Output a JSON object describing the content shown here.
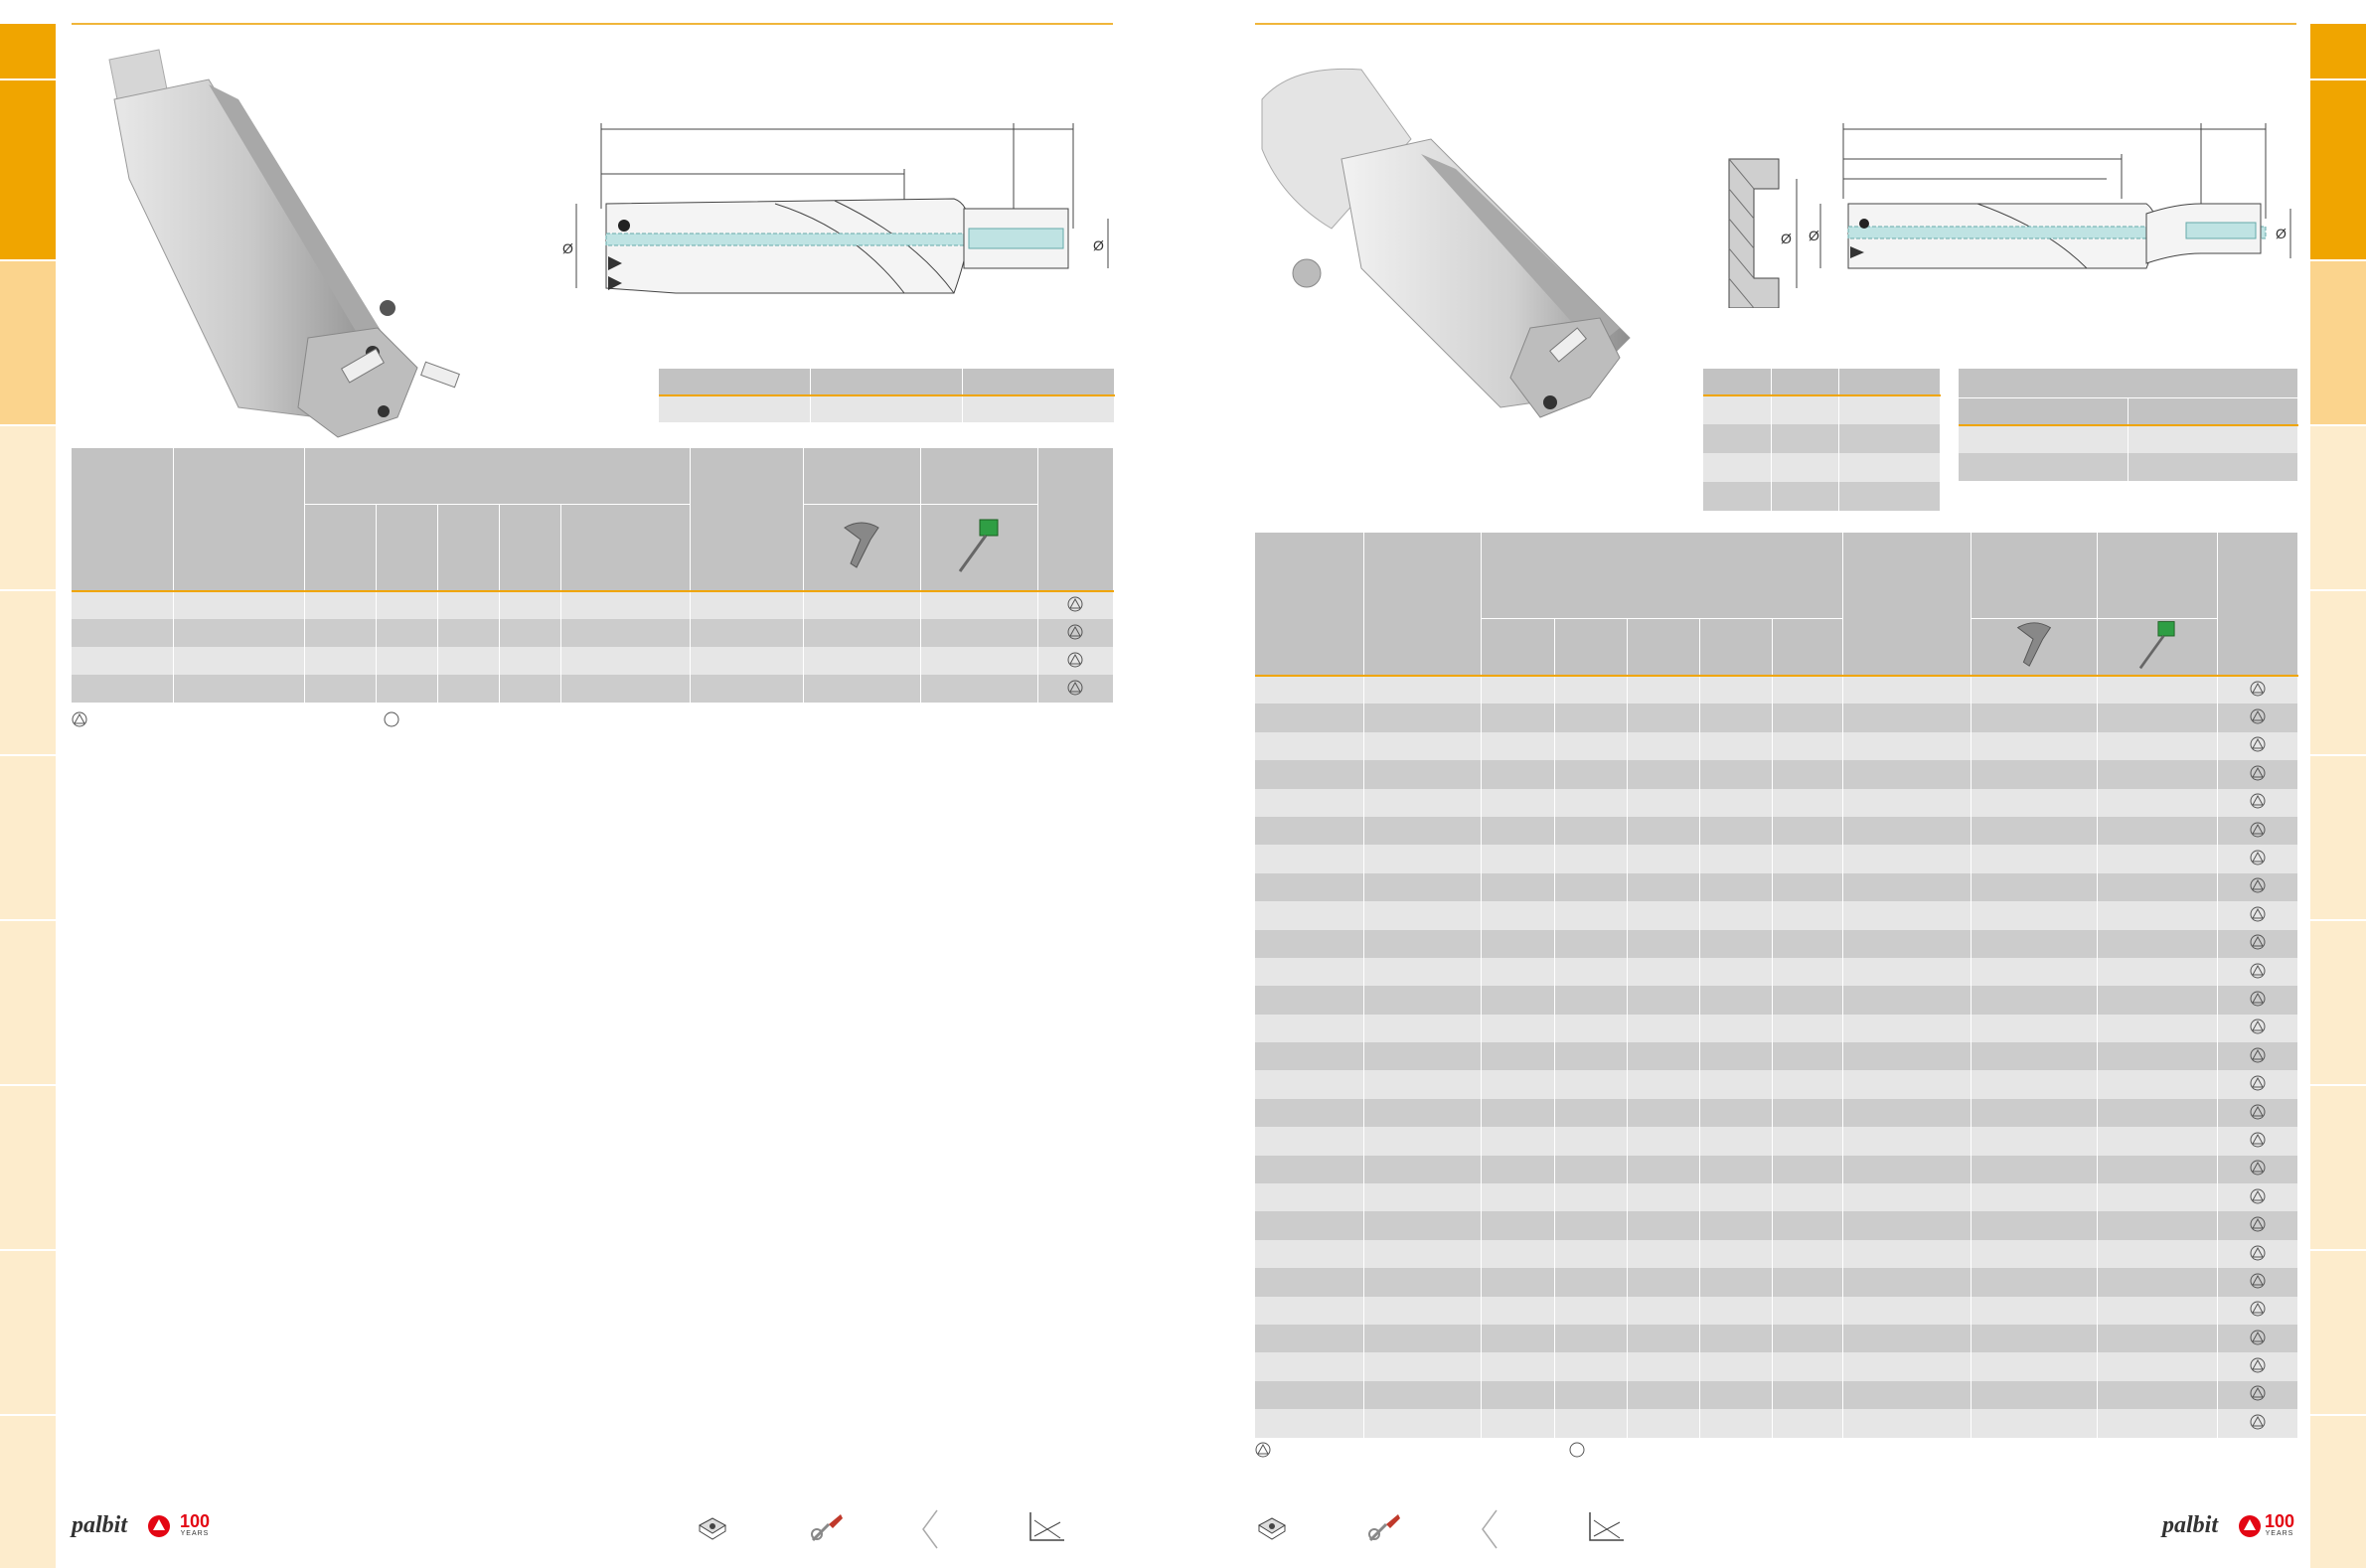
{
  "colors": {
    "tab_dark": "#f0a500",
    "tab_mid": "#fbd48d",
    "tab_light": "#fdeccc",
    "rule": "#f0b63a",
    "header_grey": "#c2c2c2",
    "row_light": "#e6e6e6",
    "row_dark": "#cccccc",
    "brand_red": "#e30613"
  },
  "brand": {
    "name": "palbit",
    "anniversary": "100",
    "anniversary_word": "YEARS"
  },
  "left_page": {
    "spec_table_rows": 1,
    "main_table_rows": 4,
    "dim_symbols": [
      "Ø",
      "Ø"
    ]
  },
  "right_page": {
    "spec_table_a_rows": 4,
    "spec_table_b_rows": 2,
    "main_table_rows": 27,
    "dim_symbols": [
      "Ø",
      "Ø",
      "Ø"
    ]
  },
  "footer_icons": [
    "insert-icon",
    "wrench-tools-icon",
    "chevron-divider-icon",
    "cutting-chart-icon"
  ]
}
